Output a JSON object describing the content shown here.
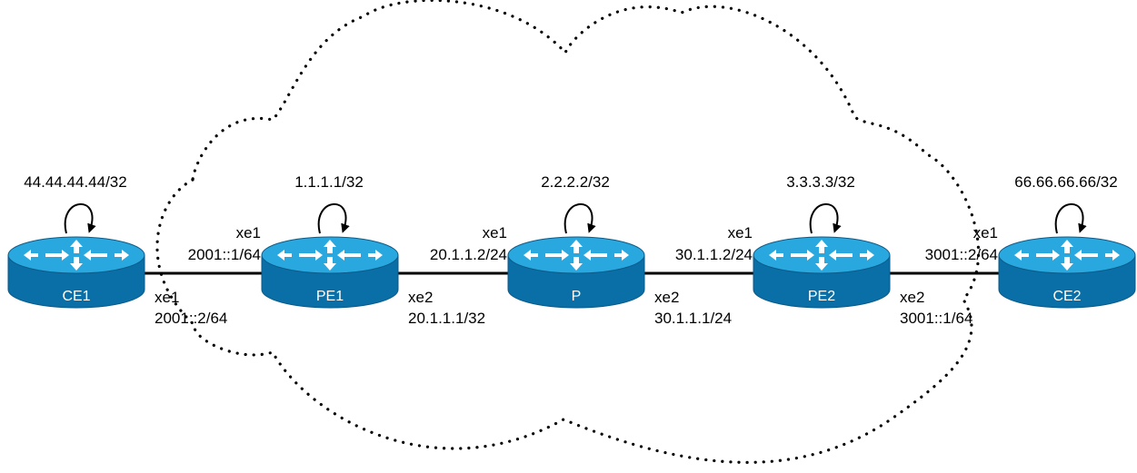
{
  "colors": {
    "router_top": "#29a8e0",
    "router_body": "#0a6fa6",
    "router_edge": "#0b5a88",
    "link": "#000000",
    "cloud": "#000000",
    "text": "#000000"
  },
  "icons": {
    "router": "router-icon",
    "loopback": "loopback-arrow-icon"
  },
  "routers": [
    {
      "id": "ce1",
      "name": "CE1",
      "loopback": "44.44.44.44/32"
    },
    {
      "id": "pe1",
      "name": "PE1",
      "loopback": "1.1.1.1/32"
    },
    {
      "id": "p",
      "name": "P",
      "loopback": "2.2.2.2/32"
    },
    {
      "id": "pe2",
      "name": "PE2",
      "loopback": "3.3.3.3/32"
    },
    {
      "id": "ce2",
      "name": "CE2",
      "loopback": "66.66.66.66/32"
    }
  ],
  "links": [
    {
      "from": "CE1",
      "to": "PE1",
      "from_iface": "xe1",
      "from_addr": "2001::2/64",
      "to_iface": "xe1",
      "to_addr": "2001::1/64"
    },
    {
      "from": "PE1",
      "to": "P",
      "from_iface": "xe2",
      "from_addr": "20.1.1.1/32",
      "to_iface": "xe1",
      "to_addr": "20.1.1.2/24"
    },
    {
      "from": "P",
      "to": "PE2",
      "from_iface": "xe2",
      "from_addr": "30.1.1.1/24",
      "to_iface": "xe1",
      "to_addr": "30.1.1.2/24"
    },
    {
      "from": "PE2",
      "to": "CE2",
      "from_iface": "xe2",
      "from_addr": "3001::1/64",
      "to_iface": "xe1",
      "to_addr": "3001::2/64"
    }
  ]
}
